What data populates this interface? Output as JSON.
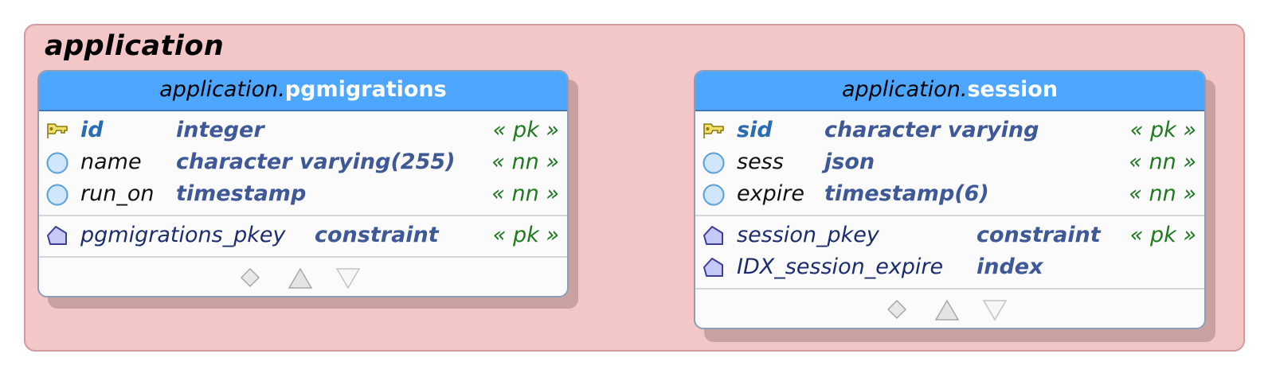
{
  "group": {
    "title": "application"
  },
  "tables": [
    {
      "schema": "application.",
      "name": "pgmigrations",
      "columns": [
        {
          "name": "id",
          "type": "integer",
          "flag": "« pk »",
          "icon": "key-icon"
        },
        {
          "name": "name",
          "type": "character varying(255)",
          "flag": "« nn »",
          "icon": "column-circle-icon"
        },
        {
          "name": "run_on",
          "type": "timestamp",
          "flag": "« nn »",
          "icon": "column-circle-icon"
        }
      ],
      "indexes": [
        {
          "name": "pgmigrations_pkey",
          "type": "constraint",
          "flag": "« pk »",
          "icon": "index-pentagon-icon"
        }
      ]
    },
    {
      "schema": "application.",
      "name": "session",
      "columns": [
        {
          "name": "sid",
          "type": "character varying",
          "flag": "« pk »",
          "icon": "key-icon"
        },
        {
          "name": "sess",
          "type": "json",
          "flag": "« nn »",
          "icon": "column-circle-icon"
        },
        {
          "name": "expire",
          "type": "timestamp(6)",
          "flag": "« nn »",
          "icon": "column-circle-icon"
        }
      ],
      "indexes": [
        {
          "name": "session_pkey",
          "type": "constraint",
          "flag": "« pk »",
          "icon": "index-pentagon-icon"
        },
        {
          "name": "IDX_session_expire",
          "type": "index",
          "flag": "",
          "icon": "index-pentagon-icon"
        }
      ]
    }
  ],
  "colors": {
    "group_bg": "#f3c6c8",
    "header_bg": "#4da6ff",
    "pk_flag": "#1e7a1e",
    "type_text": "#3e5898"
  }
}
